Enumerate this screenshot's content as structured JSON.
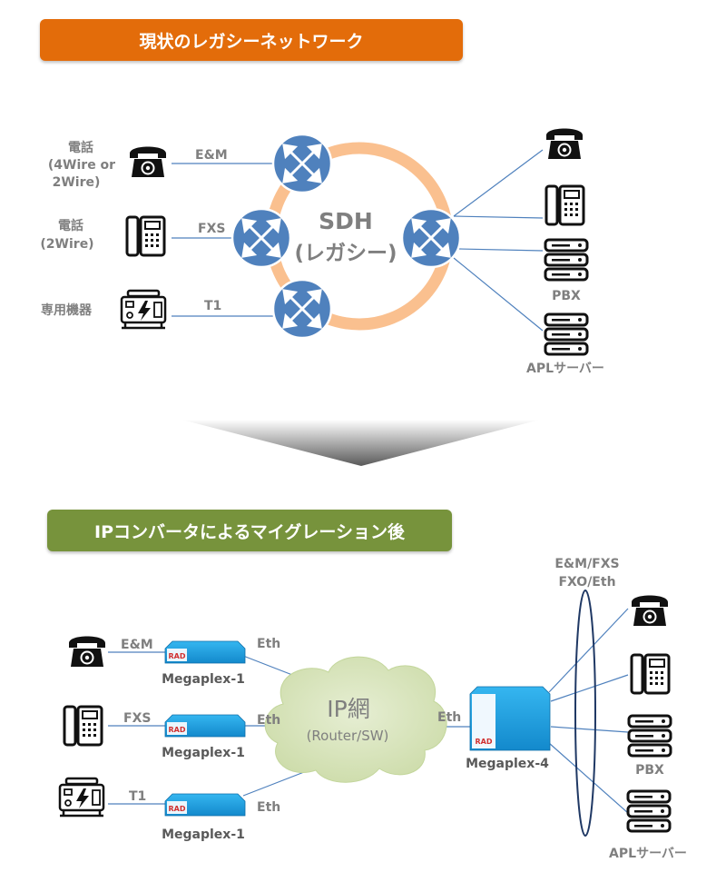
{
  "banners": {
    "legacy": "現状のレガシーネットワーク",
    "migrated": "IPコンバータによるマイグレーション後"
  },
  "colors": {
    "legacy_banner": "#e36c0a",
    "migrated_banner": "#77933c",
    "ring": "#fac08f",
    "router": "#4f81bd",
    "device": "#1ea0e6",
    "cloud": "#d7e4bd",
    "link": "#4f81bd",
    "label": "#7f7f7f"
  },
  "legacy": {
    "ring_title": "SDH",
    "ring_subtitle": "(レガシー)",
    "left_devices": [
      {
        "icon": "rotary-phone-icon",
        "label_lines": [
          "電話",
          "(4Wire or",
          "2Wire)"
        ],
        "link": "E&M"
      },
      {
        "icon": "office-phone-icon",
        "label_lines": [
          "電話",
          "(2Wire)"
        ],
        "link": "FXS"
      },
      {
        "icon": "generator-icon",
        "label_lines": [
          "専用機器"
        ],
        "link": "T1"
      }
    ],
    "right_devices": [
      {
        "icon": "rotary-phone-icon",
        "label": ""
      },
      {
        "icon": "office-phone-icon",
        "label": ""
      },
      {
        "icon": "server-icon",
        "label": "PBX"
      },
      {
        "icon": "server-icon",
        "label": "APLサーバー"
      }
    ]
  },
  "migrated": {
    "cloud_title": "IP網",
    "cloud_subtitle": "(Router/SW)",
    "mux_labels": [
      "Megaplex-1",
      "Megaplex-1",
      "Megaplex-1"
    ],
    "mux_links": [
      "E&M",
      "FXS",
      "T1"
    ],
    "eth_label": "Eth",
    "central_device": "Megaplex-4",
    "interfaces_line1": "E&M/FXS",
    "interfaces_line2": "FXO/Eth",
    "right_devices": [
      {
        "icon": "rotary-phone-icon",
        "label": ""
      },
      {
        "icon": "office-phone-icon",
        "label": ""
      },
      {
        "icon": "server-icon",
        "label": "PBX"
      },
      {
        "icon": "server-icon",
        "label": "APLサーバー"
      }
    ]
  }
}
